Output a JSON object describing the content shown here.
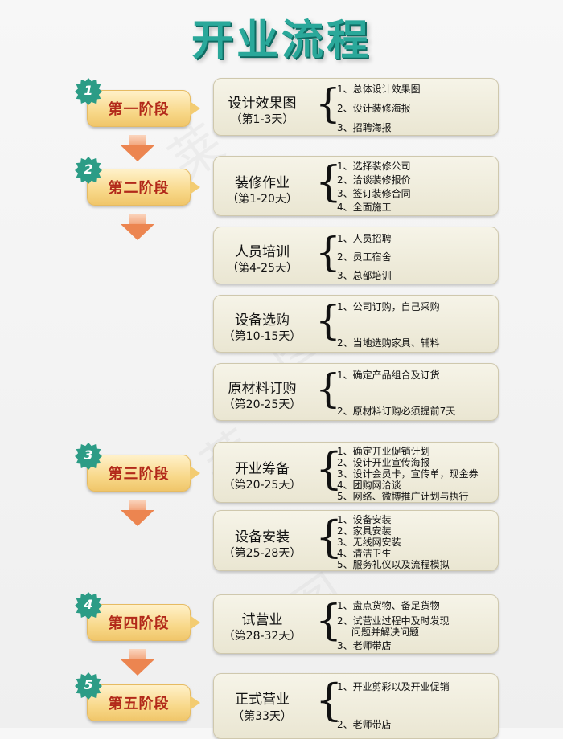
{
  "title": "开业流程",
  "watermark": [
    "莱",
    "图",
    "图片",
    "莱鸟图库"
  ],
  "stages": [
    {
      "num": "1",
      "label": "第一阶段"
    },
    {
      "num": "2",
      "label": "第二阶段"
    },
    {
      "num": "3",
      "label": "第三阶段"
    },
    {
      "num": "4",
      "label": "第四阶段"
    },
    {
      "num": "5",
      "label": "第五阶段"
    }
  ],
  "cards": [
    {
      "name": "设计效果图",
      "days": "（第1-3天）",
      "items": [
        "1、总体设计效果图",
        "2、设计装修海报",
        "3、招聘海报"
      ]
    },
    {
      "name": "装修作业",
      "days": "（第1-20天）",
      "items": [
        "1、选择装修公司",
        "2、洽谈装修报价",
        "3、签订装修合同",
        "4、全面施工"
      ]
    },
    {
      "name": "人员培训",
      "days": "（第4-25天）",
      "items": [
        "1、人员招聘",
        "2、员工宿舍",
        "3、总部培训"
      ]
    },
    {
      "name": "设备选购",
      "days": "（第10-15天）",
      "items": [
        "1、公司订购，自己采购",
        "2、当地选购家具、辅料"
      ]
    },
    {
      "name": "原材料订购",
      "days": "（第20-25天）",
      "items": [
        "1、确定产品组合及订货",
        "2、原材料订购必须提前7天"
      ]
    },
    {
      "name": "开业筹备",
      "days": "（第20-25天）",
      "items": [
        "1、确定开业促销计划",
        "2、设计开业宣传海报",
        "3、设计会员卡，宣传单，现金券",
        "4、团购网洽谈",
        "5、网络、微博推广计划与执行"
      ]
    },
    {
      "name": "设备安装",
      "days": "（第25-28天）",
      "items": [
        "1、设备安装",
        "2、家具安装",
        "3、无线网安装",
        "4、清洁卫生",
        "5、服务礼仪以及流程模拟"
      ]
    },
    {
      "name": "试营业",
      "days": "（第28-32天）",
      "items": [
        "1、盘点货物、备足货物",
        "2、试营业过程中及时发现",
        "问题并解决问题",
        "3、老师带店"
      ]
    },
    {
      "name": "正式营业",
      "days": "（第33天）",
      "items": [
        "1、开业剪彩以及开业促销",
        "2、老师带店"
      ]
    }
  ]
}
